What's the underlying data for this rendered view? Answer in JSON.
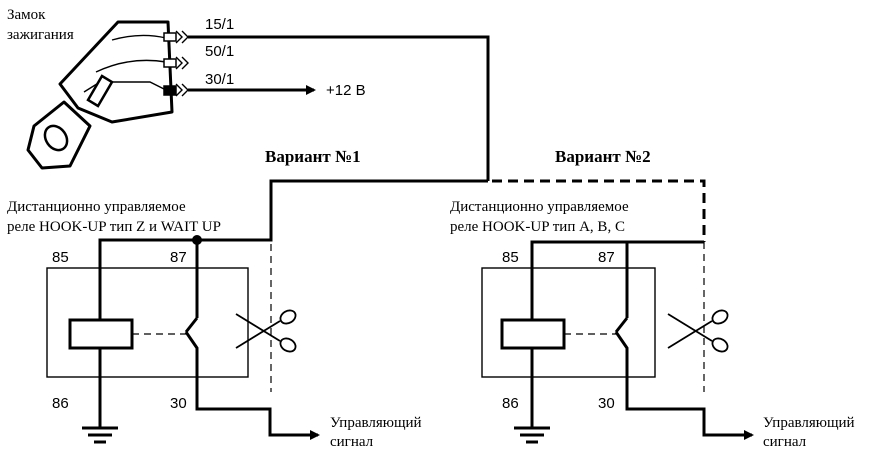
{
  "ignition": {
    "label_line1": "Замок",
    "label_line2": "зажигания",
    "terminals": [
      "15/1",
      "50/1",
      "30/1"
    ],
    "supply": "+12 В"
  },
  "variant1": {
    "title": "Вариант №1",
    "relay_line1": "Дистанционно управляемое",
    "relay_line2": "реле HOOK-UP тип Z и WAIT UP",
    "pins": {
      "p85": "85",
      "p87": "87",
      "p86": "86",
      "p30": "30"
    },
    "output_line1": "Управляющий",
    "output_line2": "сигнал"
  },
  "variant2": {
    "title": "Вариант №2",
    "relay_line1": "Дистанционно управляемое",
    "relay_line2": "реле HOOK-UP тип А, В, С",
    "pins": {
      "p85": "85",
      "p87": "87",
      "p86": "86",
      "p30": "30"
    },
    "output_line1": "Управляющий",
    "output_line2": "сигнал"
  }
}
